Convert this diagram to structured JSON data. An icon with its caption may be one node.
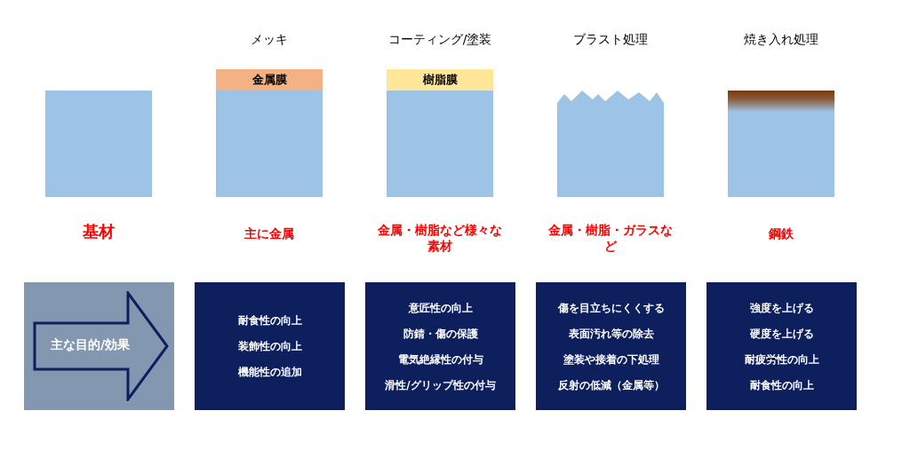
{
  "diagram": {
    "nodes": [
      {
        "text": [
          "金属膜"
        ]
      },
      {
        "text": [
          "樹脂膜"
        ]
      },
      {
        "text": [
          "主な目的/効果"
        ]
      },
      {
        "text": [
          "耐食性の向上",
          "装飾性の向上",
          "機能性の追加"
        ]
      },
      {
        "text": [
          "意匠性の向上",
          "防錆・傷の保護",
          "電気絶縁性の付与",
          "滑性/グリップ性の付与"
        ]
      },
      {
        "text": [
          "傷を目立ちにくくする",
          "表面汚れ等の除去",
          "塗装や接着の下処理",
          "反射の低減（金属等）"
        ]
      },
      {
        "text": [
          "強度を上げる",
          "硬度を上げる",
          "耐疲労性の向上",
          "耐食性の向上"
        ]
      }
    ],
    "edges": [],
    "labels": [
      "メッキ",
      "コーティング/塗装",
      "ブラスト処理",
      "焼き入れ処理",
      "基材",
      "主に金属",
      "金属・樹脂など様々な素材",
      "金属・樹脂・ガラスなど",
      "鋼鉄"
    ]
  }
}
